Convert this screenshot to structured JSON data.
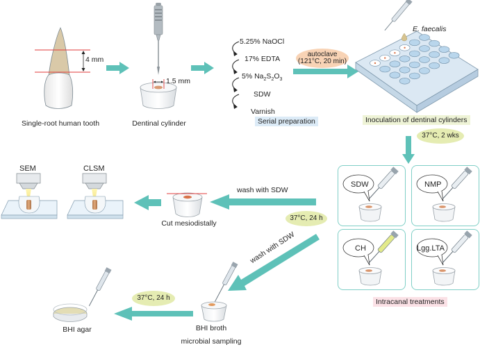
{
  "colors": {
    "arrow": "#5ec1b8",
    "cut_line": "#e23a3a",
    "root": "#d9c9a8",
    "crown": "#f4f4f4",
    "autoclave_pill": "#f8d3b5",
    "incubation_pill": "#e5ecb2",
    "serial_highlight": "#dcebf7",
    "inoculation_highlight": "#eef3d6",
    "treatments_highlight": "#fbe1e6",
    "box_border": "#7fcfc6",
    "agar": "#e3ddb5"
  },
  "steps": {
    "tooth": {
      "label": "Single-root human tooth",
      "measure": "4 mm"
    },
    "cylinder": {
      "label": "Dentinal cylinder",
      "measure": "1.5 mm"
    },
    "serial": {
      "label": "Serial preparation",
      "reagents": [
        "5.25% NaOCl",
        "17% EDTA",
        "5% Na2S2O3",
        "SDW",
        "Varnish"
      ],
      "na_formula": {
        "prefix": "5% Na",
        "s": "S",
        "o": "O",
        "sub2": "2",
        "sub3": "3"
      }
    },
    "autoclave": {
      "line1": "autoclave",
      "line2": "(121°C, 20 min)"
    },
    "inoculation": {
      "label": "Inoculation of dentinal cylinders",
      "organism": "E. faecalis"
    },
    "incubation1": {
      "label": "37°C, 2 wks"
    },
    "treatments": {
      "label": "Intracanal treatments",
      "items": [
        "SDW",
        "NMP",
        "CH",
        "Lgg.LTA"
      ]
    },
    "wash1": {
      "label": "wash with SDW"
    },
    "incubation2": {
      "label": "37°C, 24 h"
    },
    "wash2": {
      "label": "wash with SDW"
    },
    "cut": {
      "label": "Cut mesiodistally"
    },
    "imaging": {
      "items": [
        "SEM",
        "CLSM"
      ]
    },
    "broth": {
      "label": "BHI broth",
      "sublabel": "microbial sampling"
    },
    "incubation3": {
      "label": "37°C, 24 h"
    },
    "agar": {
      "label": "BHI agar"
    }
  }
}
